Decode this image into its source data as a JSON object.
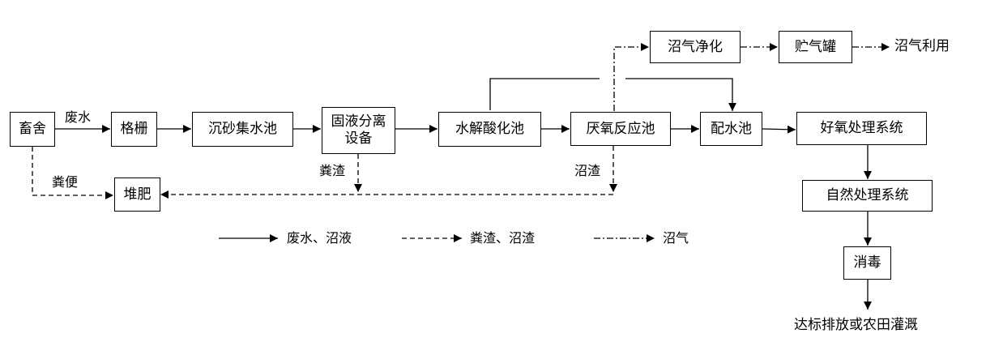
{
  "nodes": {
    "livestock_shed": "畜舍",
    "grille": "格栅",
    "grit_tank": "沉砂集水池",
    "separator_line1": "固液分离",
    "separator_line2": "设备",
    "hydrolysis_tank": "水解酸化池",
    "anaerobic_tank": "厌氧反应池",
    "distribution_tank": "配水池",
    "aerobic_system": "好氧处理系统",
    "natural_system": "自然处理系统",
    "disinfection": "消毒",
    "compost": "堆肥",
    "biogas_purification": "沼气净化",
    "gas_tank": "贮气罐"
  },
  "labels": {
    "wastewater": "废水",
    "manure": "粪便",
    "manure_residue": "粪渣",
    "biogas_residue": "沼渣",
    "biogas_use": "沼气利用",
    "final_outlet": "达标排放或农田灌溉"
  },
  "legend": {
    "solid": "废水、沼液",
    "dashed": "粪渣、沼渣",
    "dashdot": "沼气"
  }
}
